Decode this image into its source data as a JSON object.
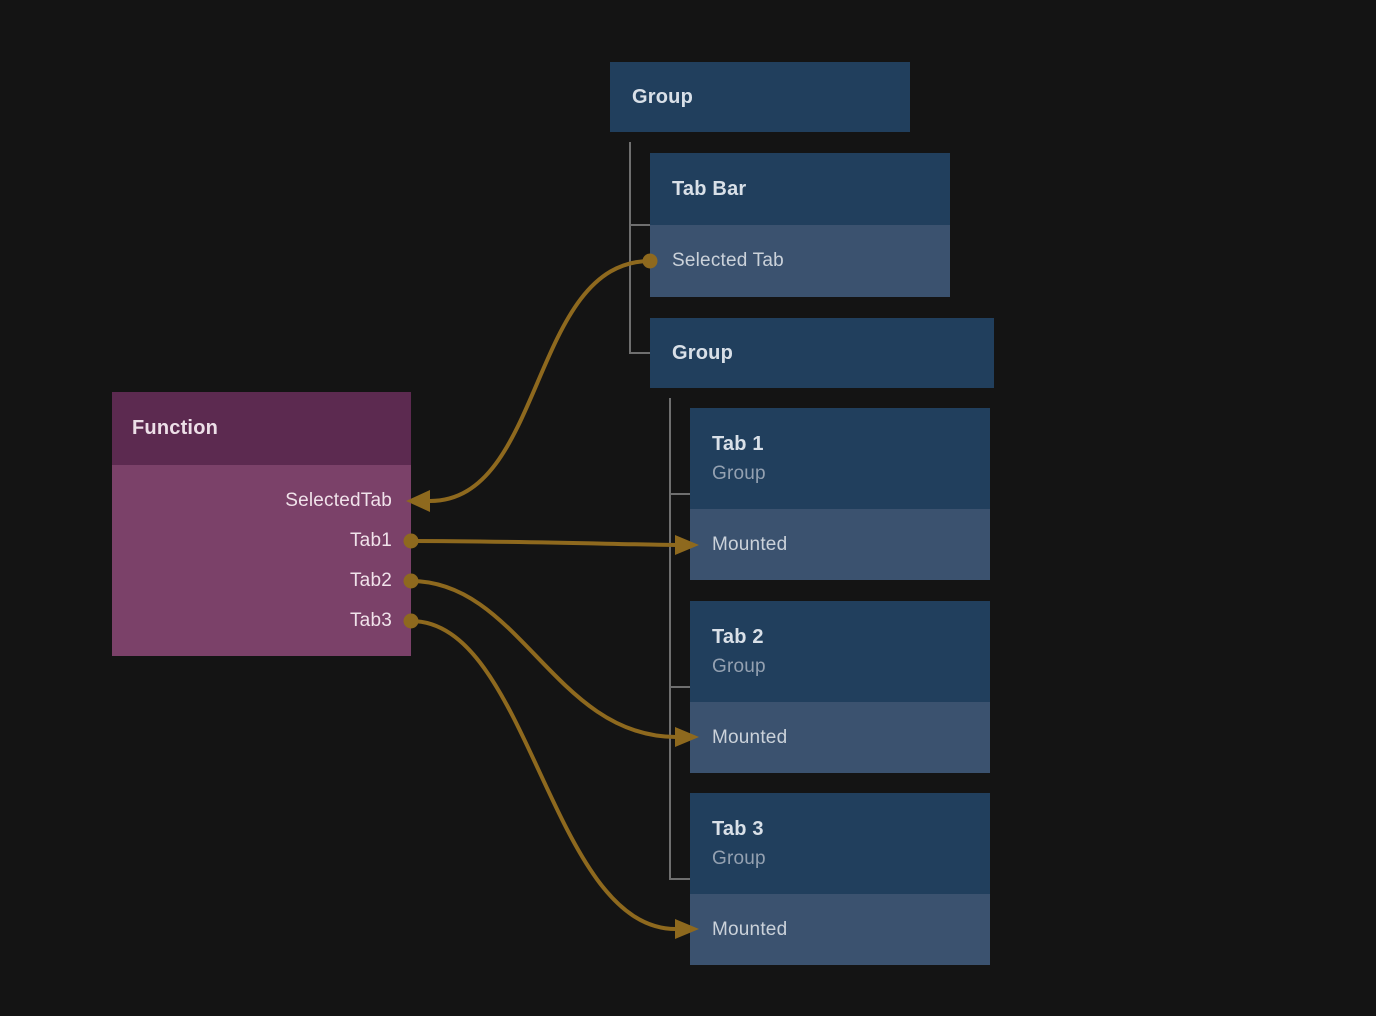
{
  "canvas": {
    "background": "#141414"
  },
  "colors": {
    "node_header_blue": "#213f5d",
    "node_row_blue": "#3b526f",
    "function_header_purple": "#5c2a50",
    "function_body_purple": "#7b4169",
    "wire_gold": "#8e691e",
    "tree_line_gray": "#6f6f6f",
    "title_text": "#d9e0e8",
    "subtitle_text": "#94a1b1",
    "row_text": "#cbd2da",
    "function_text": "#f0e2ea"
  },
  "function_node": {
    "title": "Function",
    "ports": [
      {
        "label": "SelectedTab",
        "kind": "input"
      },
      {
        "label": "Tab1",
        "kind": "output"
      },
      {
        "label": "Tab2",
        "kind": "output"
      },
      {
        "label": "Tab3",
        "kind": "output"
      }
    ]
  },
  "nodes": {
    "group_top": {
      "title": "Group"
    },
    "tab_bar": {
      "title": "Tab Bar",
      "row": "Selected Tab"
    },
    "group_inner": {
      "title": "Group"
    },
    "tab1": {
      "title": "Tab 1",
      "subtitle": "Group",
      "row": "Mounted"
    },
    "tab2": {
      "title": "Tab 2",
      "subtitle": "Group",
      "row": "Mounted"
    },
    "tab3": {
      "title": "Tab 3",
      "subtitle": "Group",
      "row": "Mounted"
    }
  },
  "connections": [
    {
      "from": "Tab Bar / Selected Tab",
      "to": "Function / SelectedTab"
    },
    {
      "from": "Function / Tab1",
      "to": "Tab 1 / Mounted"
    },
    {
      "from": "Function / Tab2",
      "to": "Tab 2 / Mounted"
    },
    {
      "from": "Function / Tab3",
      "to": "Tab 3 / Mounted"
    }
  ]
}
